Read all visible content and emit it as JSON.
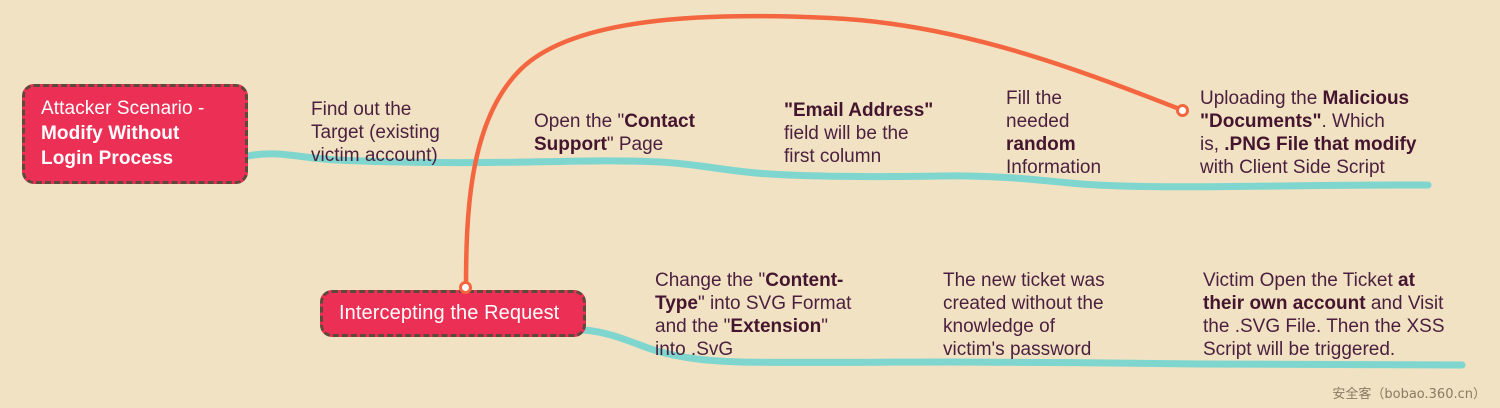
{
  "diagram": {
    "title": "Attacker Scenario - Modify Without Login Process",
    "background_color": "#f0e2c2",
    "node_color": "#ec2f55",
    "node_border_color": "#5d4a3c",
    "branch_color": "#7fd6cf",
    "link_color": "#f4663f",
    "text_color": "#4b1f3f"
  },
  "nodes": {
    "root": {
      "lines": [
        {
          "text": "Attacker Scenario -",
          "bold": false
        },
        {
          "text": "Modify Without",
          "bold": true
        },
        {
          "text": "Login Process",
          "bold": true
        }
      ]
    },
    "intercept": {
      "lines": [
        {
          "text": "Intercepting the Request",
          "bold": false
        }
      ]
    }
  },
  "branches": {
    "top": {
      "topics": [
        {
          "id": "find-target",
          "segments": [
            {
              "text": "Find out the\nTarget (existing\nvictim account)",
              "bold": false
            }
          ]
        },
        {
          "id": "contact-support",
          "segments": [
            {
              "text": "Open the \"",
              "bold": false
            },
            {
              "text": "Contact",
              "bold": true
            },
            {
              "text": "\n",
              "bold": false
            },
            {
              "text": "Support",
              "bold": true
            },
            {
              "text": "\" Page",
              "bold": false
            }
          ]
        },
        {
          "id": "email-address-field",
          "segments": [
            {
              "text": "\"Email Address\"",
              "bold": true
            },
            {
              "text": "\nfield will be the\nfirst column",
              "bold": false
            }
          ]
        },
        {
          "id": "random-information",
          "segments": [
            {
              "text": "Fill the\nneeded\n",
              "bold": false
            },
            {
              "text": "random",
              "bold": true
            },
            {
              "text": "\nInformation",
              "bold": false
            }
          ]
        },
        {
          "id": "malicious-documents",
          "segments": [
            {
              "text": "Uploading the ",
              "bold": false
            },
            {
              "text": "Malicious",
              "bold": true
            },
            {
              "text": "\n",
              "bold": false
            },
            {
              "text": "\"Documents\"",
              "bold": true
            },
            {
              "text": ". Which\nis, ",
              "bold": false
            },
            {
              "text": ".PNG File that modify",
              "bold": true
            },
            {
              "text": "\nwith Client Side Script",
              "bold": false
            }
          ]
        }
      ]
    },
    "bottom": {
      "topics": [
        {
          "id": "content-type-svg",
          "segments": [
            {
              "text": "Change the \"",
              "bold": false
            },
            {
              "text": "Content-",
              "bold": true
            },
            {
              "text": "\n",
              "bold": false
            },
            {
              "text": "Type",
              "bold": true
            },
            {
              "text": "\" into SVG Format\nand the \"",
              "bold": false
            },
            {
              "text": "Extension",
              "bold": true
            },
            {
              "text": "\"\ninto .SvG",
              "bold": false
            }
          ]
        },
        {
          "id": "new-ticket-created",
          "segments": [
            {
              "text": "The new ticket was\ncreated without the\nknowledge of\nvictim's password",
              "bold": false
            }
          ]
        },
        {
          "id": "victim-opens-ticket",
          "segments": [
            {
              "text": "Victim Open the Ticket ",
              "bold": false
            },
            {
              "text": "at",
              "bold": true
            },
            {
              "text": "\n",
              "bold": false
            },
            {
              "text": "their own account",
              "bold": true
            },
            {
              "text": " and Visit\nthe .SVG File. Then the XSS\nScript will be triggered.",
              "bold": false
            }
          ]
        }
      ]
    }
  },
  "watermark": {
    "text": "安全客（bobao.360.cn）"
  }
}
